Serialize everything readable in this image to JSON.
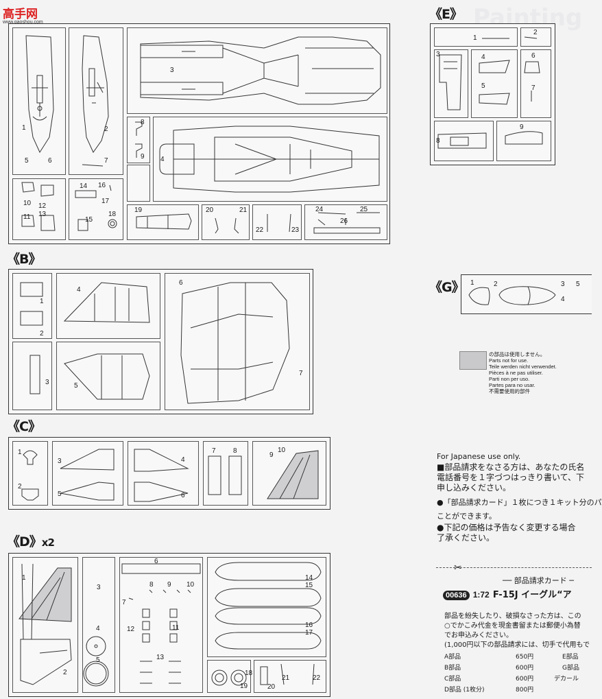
{
  "watermark": {
    "logo_text": "高手网",
    "url": "www.gaoshou.com"
  },
  "sections": {
    "A": {
      "parts": [
        "1",
        "2",
        "3",
        "4",
        "5",
        "6",
        "7",
        "8",
        "9",
        "10",
        "11",
        "12",
        "13",
        "14",
        "15",
        "16",
        "17",
        "18",
        "19",
        "20",
        "21",
        "22",
        "23",
        "24",
        "25",
        "26"
      ]
    },
    "B": {
      "label": "《B》",
      "parts": [
        "1",
        "2",
        "3",
        "4",
        "5",
        "6",
        "7"
      ]
    },
    "C": {
      "label": "《C》",
      "parts": [
        "1",
        "2",
        "3",
        "4",
        "5",
        "6",
        "7",
        "8",
        "9",
        "10"
      ]
    },
    "D": {
      "label": "《D》",
      "multiplier": "x2",
      "parts": [
        "1",
        "2",
        "3",
        "4",
        "5",
        "6",
        "7",
        "8",
        "9",
        "10",
        "11",
        "12",
        "13",
        "14",
        "15",
        "16",
        "17",
        "18",
        "19",
        "20",
        "21",
        "22"
      ]
    },
    "E": {
      "label": "《E》",
      "parts": [
        "1",
        "2",
        "3",
        "4",
        "5",
        "6",
        "7",
        "8",
        "9"
      ]
    },
    "G": {
      "label": "《G》",
      "parts": [
        "1",
        "2",
        "3",
        "4",
        "5"
      ]
    }
  },
  "legend": {
    "lines": [
      "の部品は使用しません。",
      "Parts not for use.",
      "Teile werden nicht verwendet.",
      "Pièces à ne pas utiliser.",
      "Parti non per uso.",
      "Partes para no usar.",
      "不需要使用的部件"
    ]
  },
  "order_info": {
    "japanese_use": "For Japanese use only.",
    "p1": "■部品請求をなさる方は、あなたの氏名",
    "p2": "電話番号を１字づつはっきり書いて、下",
    "p3": "申し込みください。",
    "b1": "●「部品請求カード」１枚につき１キット分のパ",
    "b1b": "ことができます。",
    "b2": "●下記の価格は予告なく変更する場合",
    "b2b": "了承ください。"
  },
  "card": {
    "title": "── 部品請求カード ─",
    "code": "00636",
    "scale": "1:72",
    "name": "F-15J イーグル“ア",
    "l1": "部品を紛失したり、破損なさった方は、この",
    "l2": "○でかこみ代金を現金書留または郵便小為替",
    "l3": "でお申込みください。",
    "l4": "(1,000円以下の部品請求には、切手で代用もで",
    "prices": [
      {
        "part": "A部品",
        "price": "650円",
        "part2": "E部品"
      },
      {
        "part": "B部品",
        "price": "600円",
        "part2": "G部品"
      },
      {
        "part": "C部品",
        "price": "600円",
        "part2": "デカール"
      },
      {
        "part": "D部品 (1枚分)",
        "price": "800円",
        "part2": ""
      }
    ]
  }
}
